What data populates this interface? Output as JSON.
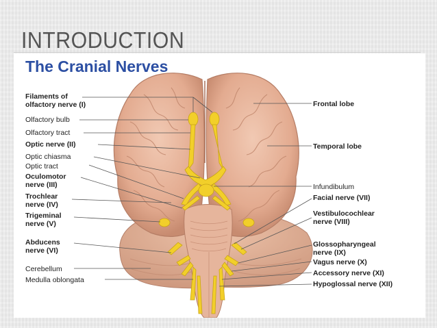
{
  "slide": {
    "title": "INTRODUCTION"
  },
  "figure": {
    "heading": "The Cranial Nerves",
    "labels_left": [
      {
        "id": "olfactory-filaments",
        "lines": [
          "Filaments of",
          "olfactory nerve (I)"
        ]
      },
      {
        "id": "olfactory-bulb",
        "lines": [
          "Olfactory bulb"
        ]
      },
      {
        "id": "olfactory-tract",
        "lines": [
          "Olfactory tract"
        ]
      },
      {
        "id": "optic-nerve",
        "lines": [
          "Optic nerve (II)"
        ]
      },
      {
        "id": "optic-chiasma",
        "lines": [
          "Optic chiasma"
        ]
      },
      {
        "id": "optic-tract",
        "lines": [
          "Optic tract"
        ]
      },
      {
        "id": "oculomotor",
        "lines": [
          "Oculomotor",
          "nerve (III)"
        ]
      },
      {
        "id": "trochlear",
        "lines": [
          "Trochlear",
          "nerve (IV)"
        ]
      },
      {
        "id": "trigeminal",
        "lines": [
          "Trigeminal",
          "nerve (V)"
        ]
      },
      {
        "id": "abducens",
        "lines": [
          "Abducens",
          "nerve (VI)"
        ]
      },
      {
        "id": "cerebellum",
        "lines": [
          "Cerebellum"
        ]
      },
      {
        "id": "medulla",
        "lines": [
          "Medulla oblongata"
        ]
      }
    ],
    "labels_right": [
      {
        "id": "frontal-lobe",
        "lines": [
          "Frontal lobe"
        ]
      },
      {
        "id": "temporal-lobe",
        "lines": [
          "Temporal lobe"
        ]
      },
      {
        "id": "infundibulum",
        "lines": [
          "Infundibulum"
        ]
      },
      {
        "id": "facial",
        "lines": [
          "Facial nerve (VII)"
        ]
      },
      {
        "id": "vestibulocochlear",
        "lines": [
          "Vestibulocochlear",
          "nerve (VIII)"
        ]
      },
      {
        "id": "glossopharyngeal",
        "lines": [
          "Glossopharyngeal",
          "nerve (IX)"
        ]
      },
      {
        "id": "vagus",
        "lines": [
          "Vagus nerve (X)"
        ]
      },
      {
        "id": "accessory",
        "lines": [
          "Accessory nerve (XI)"
        ]
      },
      {
        "id": "hypoglossal",
        "lines": [
          "Hypoglossal nerve (XII)"
        ]
      }
    ],
    "colors": {
      "heading": "#2c4fa3",
      "brain": "#e8b9a0",
      "brain_shadow": "#c98f74",
      "nerve": "#f2cf2a",
      "leader_line": "#555555"
    }
  }
}
